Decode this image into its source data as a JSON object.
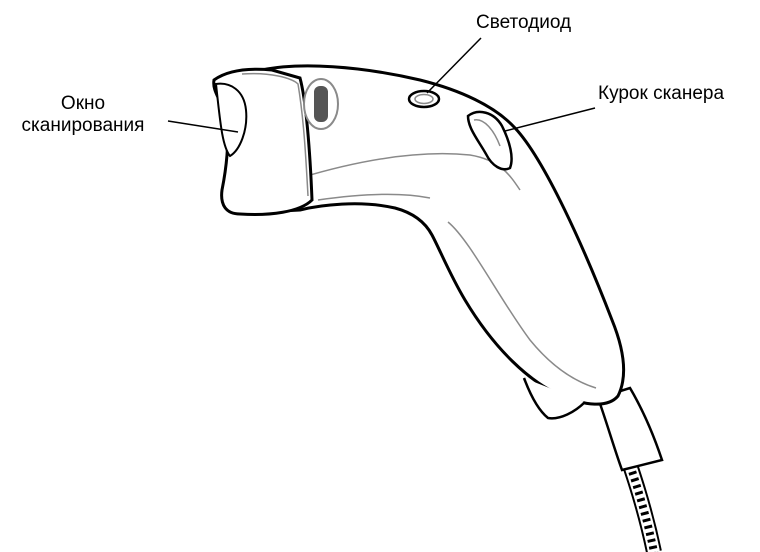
{
  "labels": {
    "scan_window_line1": "Окно",
    "scan_window_line2": "сканирования",
    "led": "Светодиод",
    "trigger": "Курок сканера"
  },
  "colors": {
    "background": "#ffffff",
    "outline": "#000000",
    "body_fill": "#ffffff",
    "detail_gray": "#8a8a8a"
  }
}
